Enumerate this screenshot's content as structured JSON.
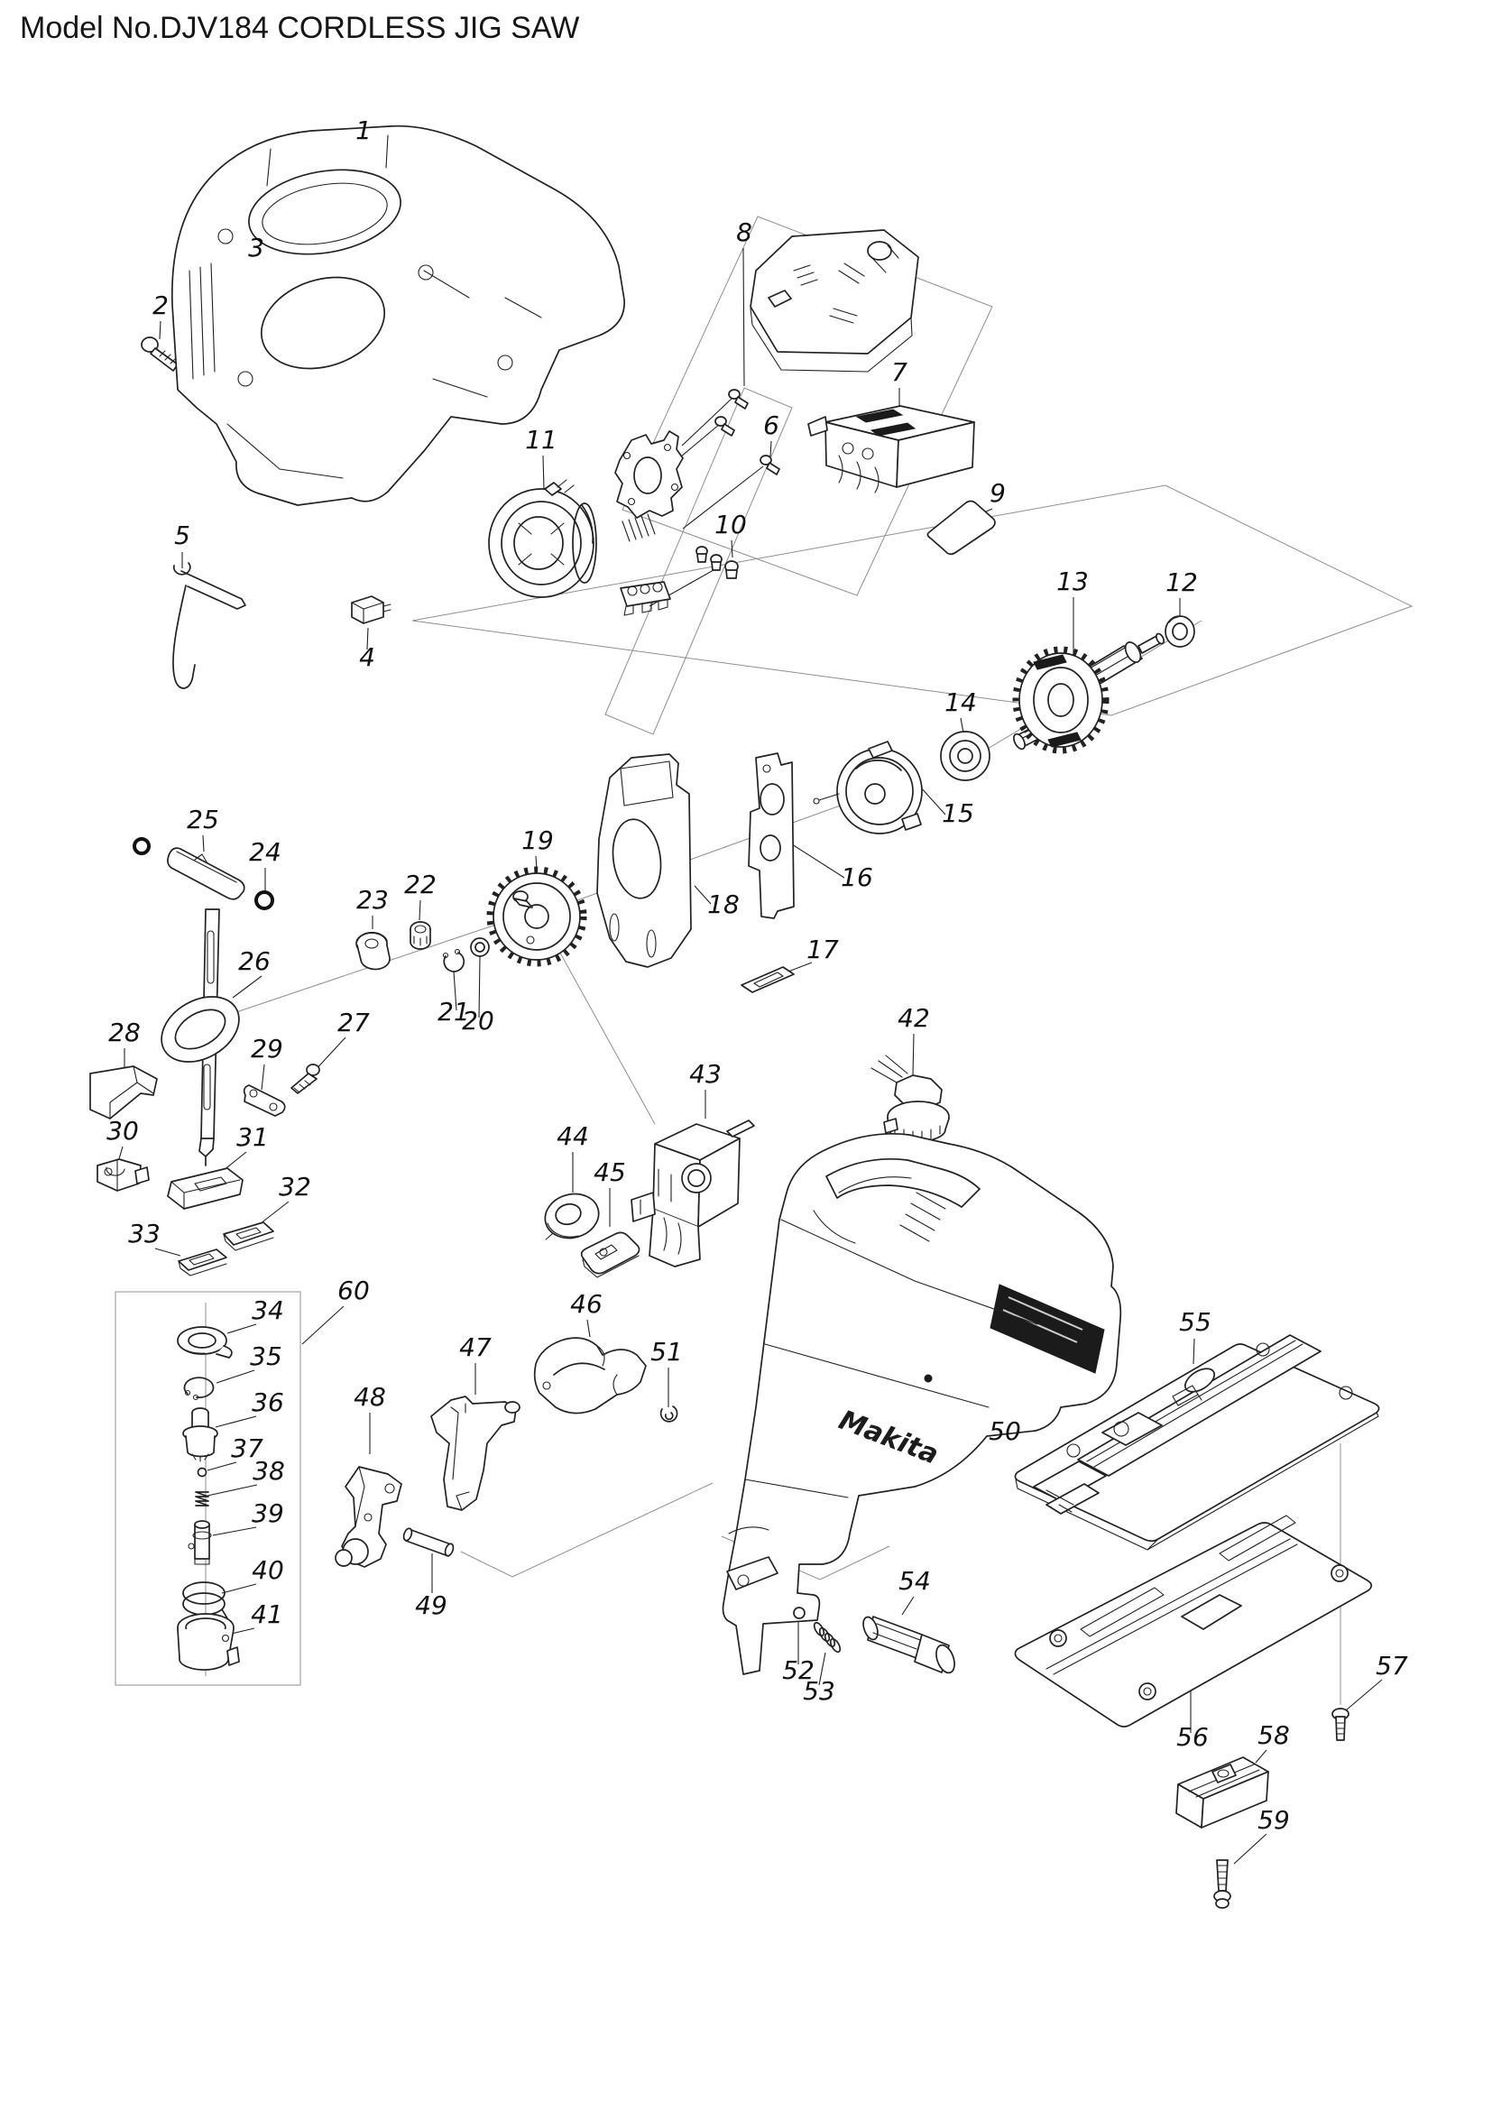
{
  "title": "Model No.DJV184 CORDLESS JIG SAW",
  "diagram": {
    "model": "DJV184",
    "product": "CORDLESS JIG SAW",
    "housing_logo": "Makita",
    "colors": {
      "line": "#222222",
      "panel_line": "#8f8f8f",
      "dark_fill": "#1b1b1b",
      "background": "#ffffff"
    },
    "part_labels": [
      "1",
      "2",
      "3",
      "4",
      "5",
      "6",
      "7",
      "8",
      "9",
      "10",
      "11",
      "12",
      "13",
      "14",
      "15",
      "16",
      "17",
      "18",
      "19",
      "20",
      "21",
      "22",
      "23",
      "24",
      "25",
      "26",
      "27",
      "28",
      "29",
      "30",
      "31",
      "32",
      "33",
      "34",
      "35",
      "36",
      "37",
      "38",
      "39",
      "40",
      "41",
      "42",
      "43",
      "44",
      "45",
      "46",
      "47",
      "48",
      "49",
      "50",
      "51",
      "52",
      "53",
      "54",
      "55",
      "56",
      "57",
      "58",
      "59",
      "60"
    ]
  }
}
